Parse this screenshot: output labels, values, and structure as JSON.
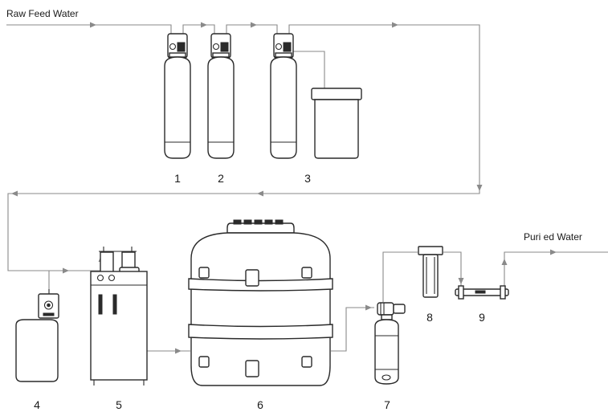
{
  "labels": {
    "raw_feed_water": "Raw Feed Water",
    "purified_water": "Puri  ed Water"
  },
  "units": [
    {
      "id": "1",
      "label": "1"
    },
    {
      "id": "2",
      "label": "2"
    },
    {
      "id": "3",
      "label": "3"
    },
    {
      "id": "4",
      "label": "4"
    },
    {
      "id": "5",
      "label": "5"
    },
    {
      "id": "6",
      "label": "6"
    },
    {
      "id": "7",
      "label": "7"
    },
    {
      "id": "8",
      "label": "8"
    },
    {
      "id": "9",
      "label": "9"
    }
  ],
  "colors": {
    "pipe": "#8a8a8a",
    "outline": "#2a2a2a",
    "text": "#1a1a1a"
  }
}
